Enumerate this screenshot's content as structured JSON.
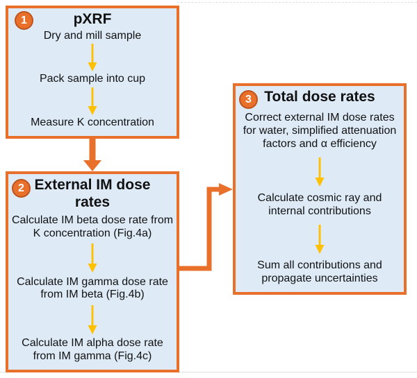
{
  "figure": {
    "type": "flowchart",
    "boxes": [
      {
        "number": "1",
        "title": "pXRF",
        "steps": [
          "Dry and mill sample",
          "Pack sample into cup",
          "Measure K concentration"
        ]
      },
      {
        "number": "2",
        "title": "External IM dose rates",
        "steps": [
          "Calculate IM beta dose rate from K concentration (Fig.4a)",
          "Calculate IM gamma dose rate from IM beta (Fig.4b)",
          "Calculate IM alpha dose rate from IM gamma (Fig.4c)"
        ]
      },
      {
        "number": "3",
        "title": "Total dose rates",
        "steps": [
          "Correct external IM dose rates for water, simplified attenuation factors and α efficiency",
          "Calculate cosmic ray and internal contributions",
          "Sum all contributions and propagate uncertainties"
        ]
      }
    ],
    "connections": [
      "box1-to-box2-down-arrow",
      "box2-to-box3-elbow-arrow"
    ]
  },
  "colors": {
    "border_orange": "#E8702A",
    "box_fill": "#DEEBF7",
    "arrow_yellow": "#FFC000",
    "badge_fill": "#E8702A",
    "badge_ring": "#BE531E",
    "text_color": "#111111"
  }
}
